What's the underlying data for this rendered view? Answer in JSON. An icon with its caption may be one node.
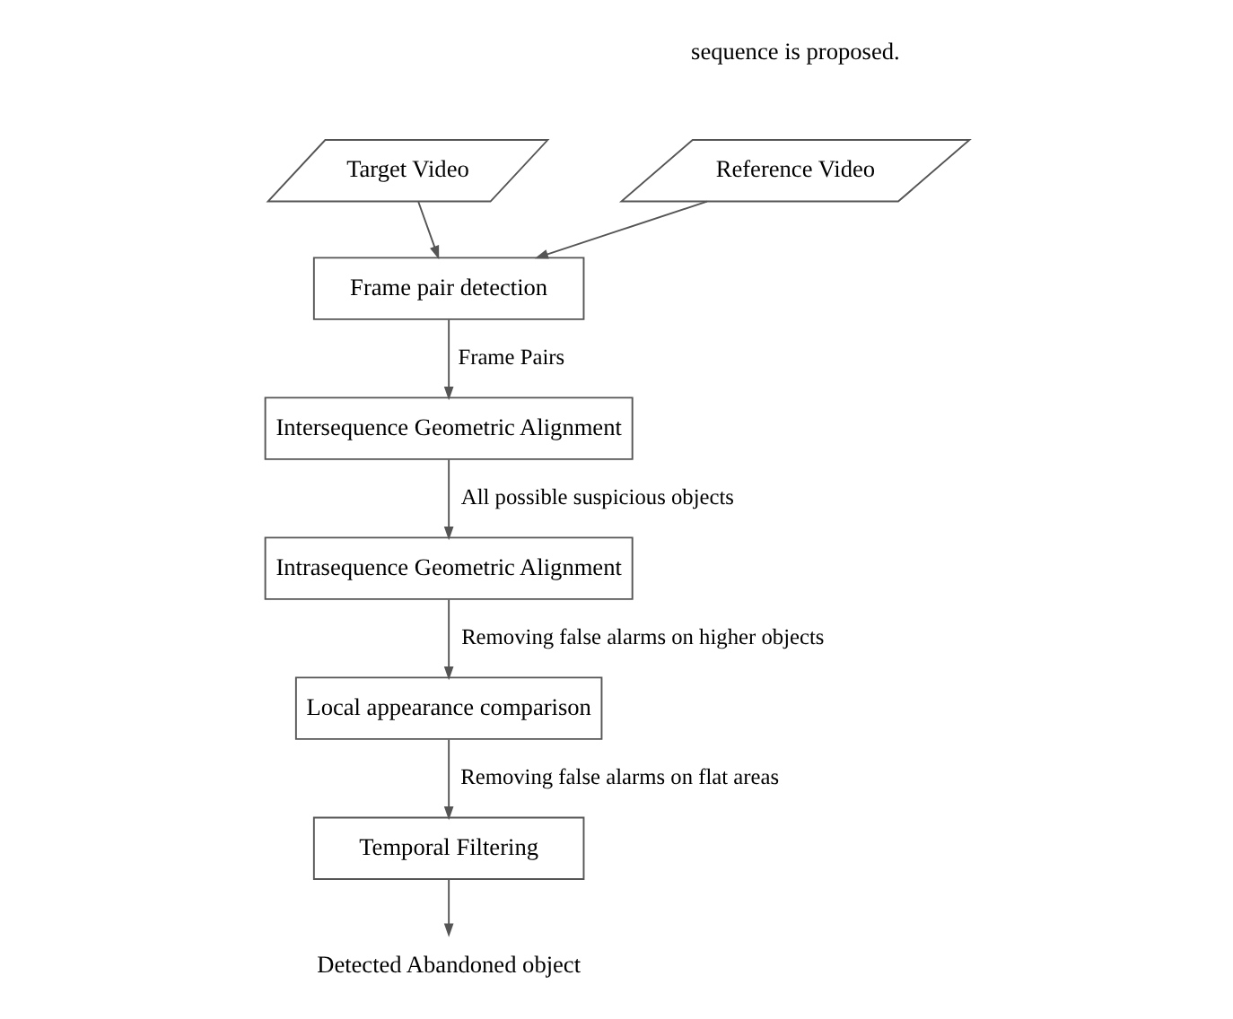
{
  "diagram": {
    "nodes": [
      {
        "text": [
          "Reference Video"
        ]
      },
      {
        "text": [
          "Target Video"
        ]
      },
      {
        "text": [
          "Frame pair detection"
        ]
      },
      {
        "text": [
          "Intersequence Geometric Alignment"
        ]
      },
      {
        "text": [
          "Intrasequence Geometric Alignment"
        ]
      },
      {
        "text": [
          "Local appearance comparison"
        ]
      },
      {
        "text": [
          "Temporal Filtering"
        ]
      },
      {
        "text": [
          "Detected Abandoned object"
        ]
      }
    ],
    "edges": [
      {
        "from": 0,
        "to": 2,
        "arrow": "to"
      },
      {
        "from": 1,
        "to": 2,
        "arrow": "to"
      },
      {
        "from": 2,
        "to": 3,
        "arrow": "to",
        "label": "Frame Pairs"
      },
      {
        "from": 3,
        "to": 4,
        "arrow": "to",
        "label": "All possible suspicious objects"
      },
      {
        "from": 4,
        "to": 5,
        "arrow": "to",
        "label": "Removing false alarms on higher objects"
      },
      {
        "from": 5,
        "to": 6,
        "arrow": "to",
        "label": "Removing false alarms on flat areas"
      },
      {
        "from": 6,
        "to": 7,
        "arrow": "to"
      }
    ],
    "labels": [
      "sequence is proposed."
    ]
  }
}
